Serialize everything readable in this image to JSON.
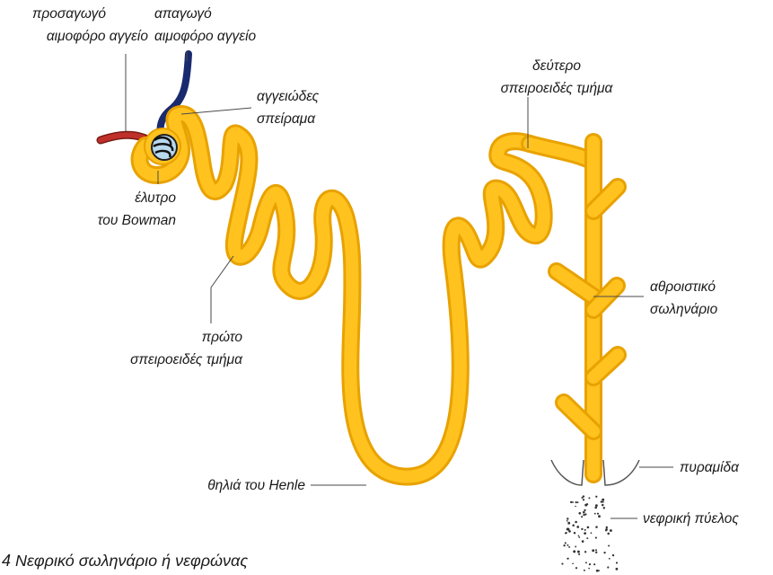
{
  "title": "Νεφρικό σωληνάριο (νεφρώνας)",
  "labels": {
    "afferent_1": "προσαγωγό",
    "afferent_2": "αιμοφόρο αγγείο",
    "efferent_1": "απαγωγό",
    "efferent_2": "αιμοφόρο αγγείο",
    "glomerulus_1": "αγγειώδες",
    "glomerulus_2": "σπείραμα",
    "bowman_1": "έλυτρο",
    "bowman_2": "του Bowman",
    "proximal_1": "πρώτο",
    "proximal_2": "σπειροειδές τμήμα",
    "distal_1": "δεύτερο",
    "distal_2": "σπειροειδές τμήμα",
    "collecting_1": "αθροιστικό",
    "collecting_2": "σωληνάριο",
    "henle": "θηλιά του Henle",
    "pyramid": "πυραμίδα",
    "pelvis": "νεφρική πύελος"
  },
  "caption": "4 Νεφρικό σωληνάριο ή νεφρώνας",
  "colors": {
    "tubule": "#ffc21f",
    "tubule_edge": "#e8a200",
    "afferent": "#c0302a",
    "efferent": "#1a2a6e",
    "capsule": "#b8d8ee"
  }
}
